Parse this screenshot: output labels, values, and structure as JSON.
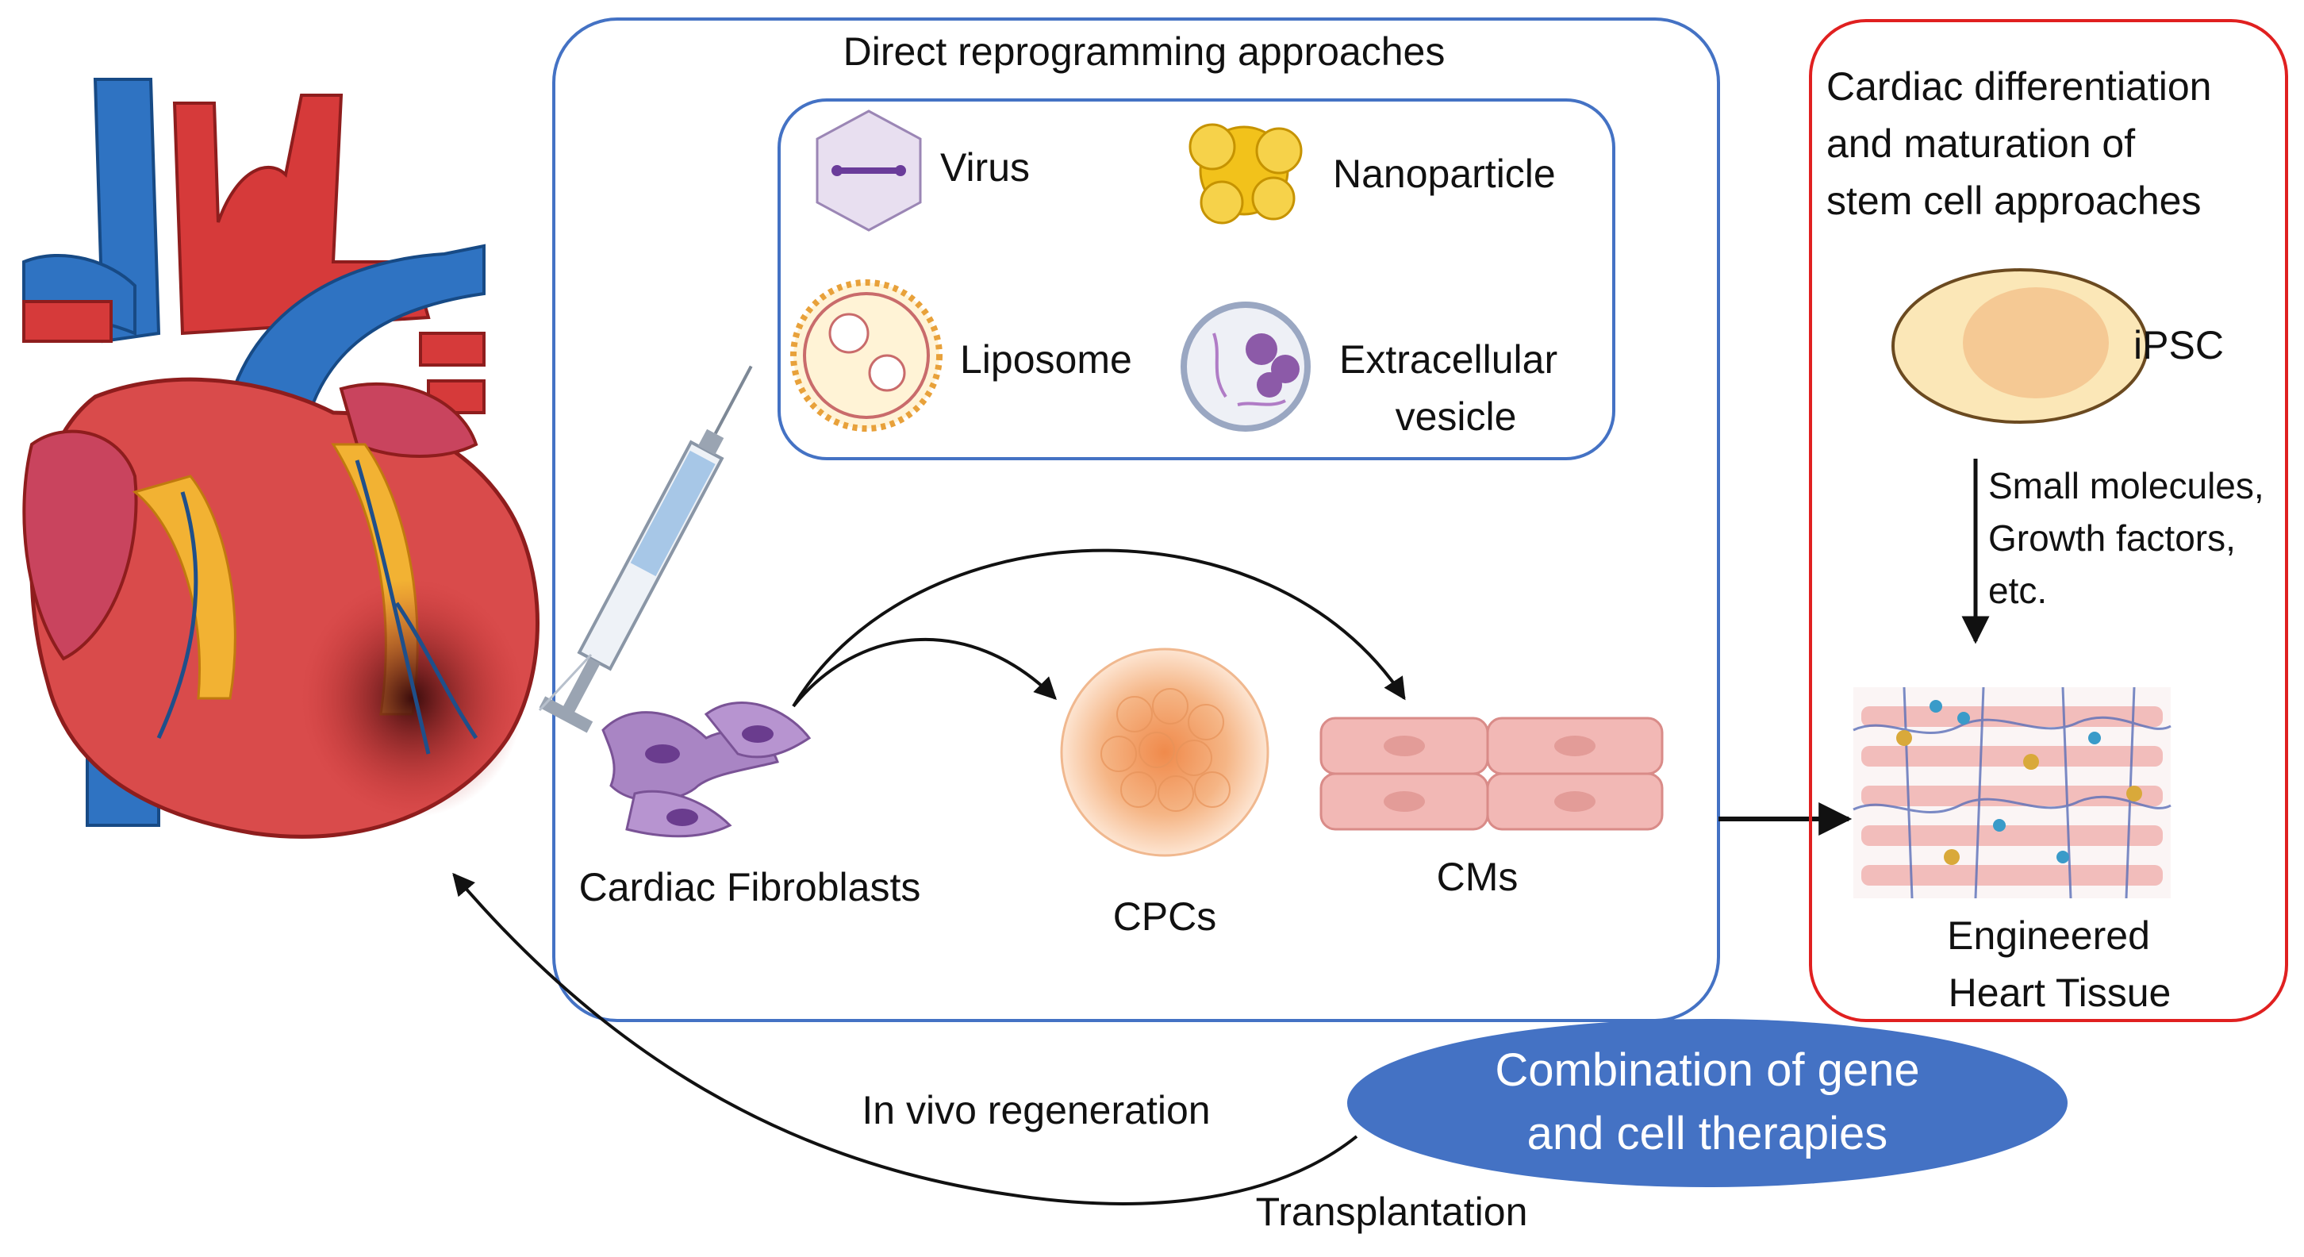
{
  "direct_panel": {
    "title": "Direct reprogramming approaches",
    "delivery": {
      "virus": "Virus",
      "nanoparticle": "Nanoparticle",
      "liposome": "Liposome",
      "ev_line1": "Extracellular",
      "ev_line2": "vesicle"
    },
    "cells": {
      "fibroblasts": "Cardiac Fibroblasts",
      "cpcs": "CPCs",
      "cms": "CMs"
    }
  },
  "stem_panel": {
    "title_line1": "Cardiac differentiation",
    "title_line2": "and maturation of",
    "title_line3": "stem cell approaches",
    "ipsc": "iPSC",
    "factors_line1": "Small molecules,",
    "factors_line2": "Growth factors,",
    "factors_line3": "etc.",
    "eht_line1": "Engineered",
    "eht_line2": "Heart Tissue"
  },
  "combination": {
    "line1": "Combination of gene",
    "line2": "and cell therapies"
  },
  "flows": {
    "in_vivo": "In vivo regeneration",
    "transplantation": "Transplantation"
  },
  "colors": {
    "direct_border": "#4472c4",
    "stem_border": "#e02020",
    "oval_fill": "#4472c4",
    "heart_red": "#d63a3a",
    "vessel_blue": "#2f73c2",
    "fibroblast": "#9a6fb0",
    "cpc": "#f3a56d",
    "cm": "#f2b8b5",
    "nanoparticle": "#f2c21b"
  }
}
